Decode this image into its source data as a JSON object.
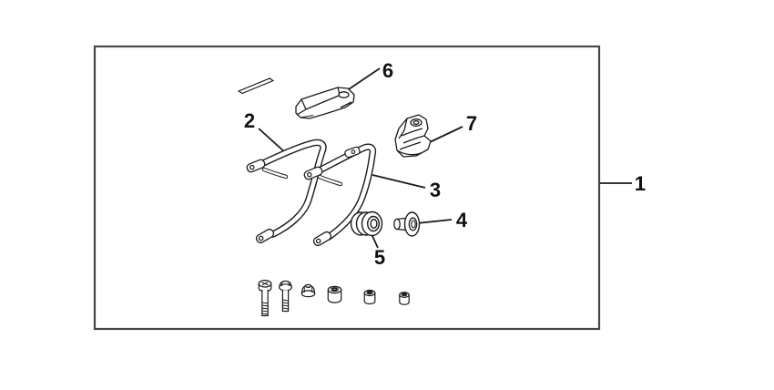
{
  "diagram": {
    "kind": "exploded-parts-diagram",
    "background_color": "#ffffff",
    "line_color": "#1a1a1a",
    "box_border_color": "#474747",
    "callouts": [
      {
        "number": "1",
        "part": "kit-box-outline"
      },
      {
        "number": "2",
        "part": "support-rail-left"
      },
      {
        "number": "3",
        "part": "support-rail-right"
      },
      {
        "number": "4",
        "part": "collar-spacer"
      },
      {
        "number": "5",
        "part": "rubber-grommet"
      },
      {
        "number": "6",
        "part": "latch-bracket-upper"
      },
      {
        "number": "7",
        "part": "latch-bracket-right"
      }
    ],
    "unlabeled_parts": [
      "trim-strip",
      "long-bolt",
      "short-flange-bolt",
      "cap-nut",
      "spacer-nut-large",
      "spacer-nut-medium",
      "spacer-nut-small"
    ]
  }
}
